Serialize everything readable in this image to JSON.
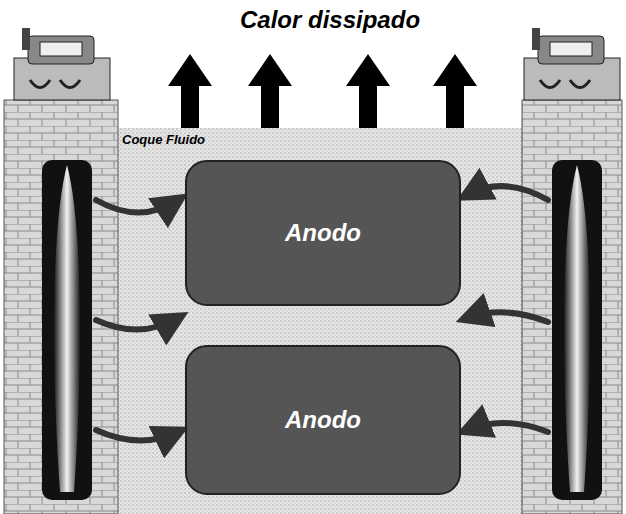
{
  "diagram": {
    "title": "Calor dissipado",
    "nodes": [
      {
        "text": [
          "Anodo"
        ]
      },
      {
        "text": [
          "Anodo"
        ]
      }
    ],
    "labels": [
      "Coque Fluido"
    ]
  }
}
